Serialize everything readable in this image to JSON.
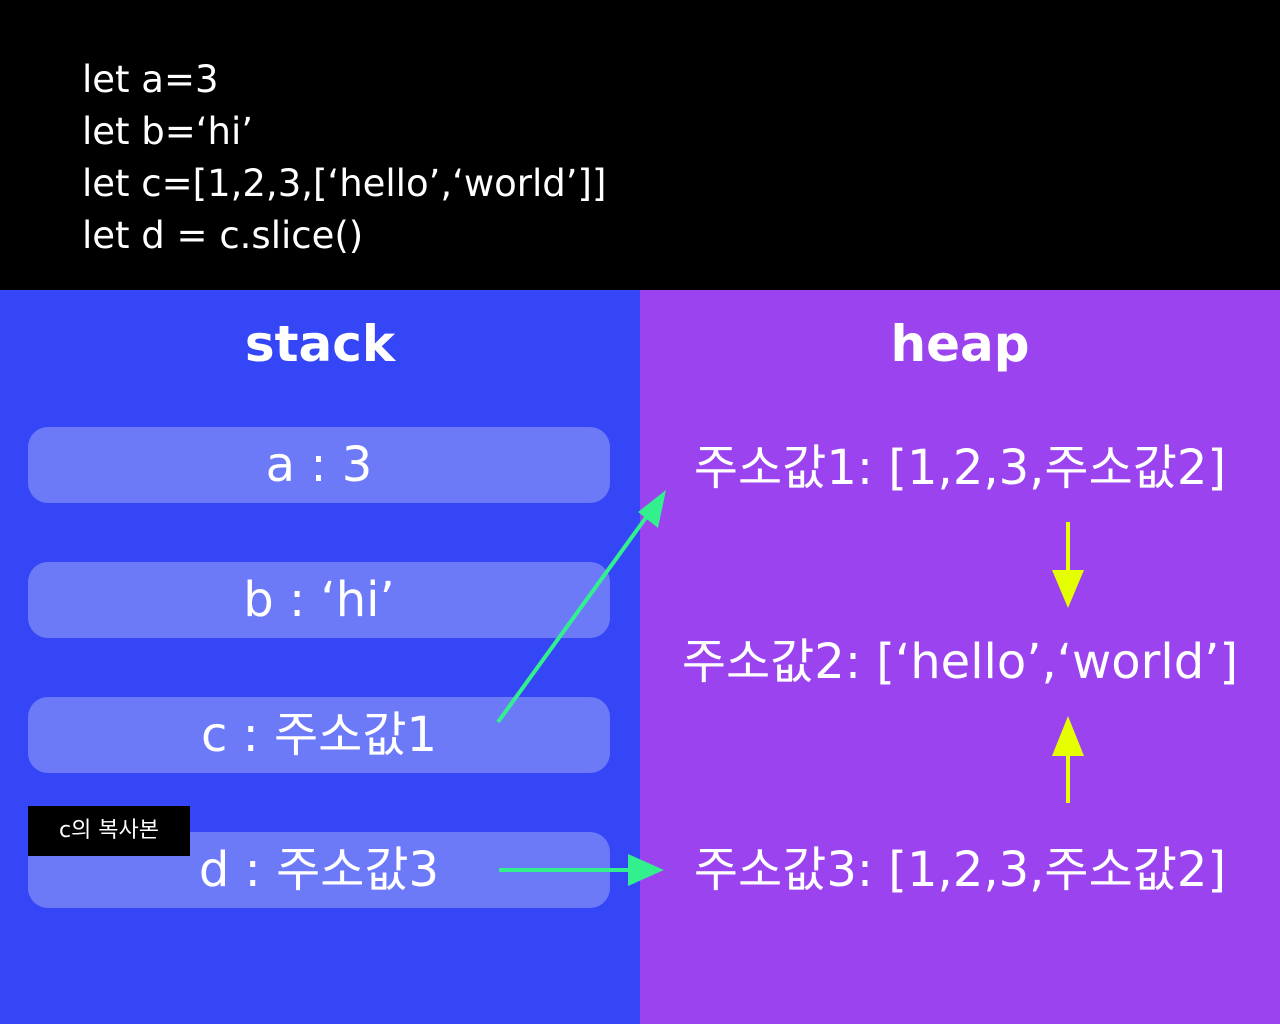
{
  "code": {
    "lines": [
      "let a=3",
      "let b=‘hi’",
      "let c=[1,2,3,[‘hello’,‘world’]]",
      "let d = c.slice()"
    ]
  },
  "stack": {
    "title": "stack",
    "slots": [
      {
        "text": "a : 3"
      },
      {
        "text": "b : ‘hi’"
      },
      {
        "text": "c : 주소값1"
      },
      {
        "text": "d : 주소값3"
      }
    ],
    "badge": "c의 복사본"
  },
  "heap": {
    "title": "heap",
    "items": [
      {
        "text": "주소값1: [1,2,3,주소값2]"
      },
      {
        "text": "주소값2: [‘hello’,‘world’]"
      },
      {
        "text": "주소값3: [1,2,3,주소값2]"
      }
    ]
  },
  "colors": {
    "background": "#000000",
    "stack_bg": "#3446f6",
    "heap_bg": "#9b43ee",
    "slot_bg": "#6c7af8",
    "pointer_arrow": "#33f08f",
    "reference_arrow": "#e6ff00"
  }
}
